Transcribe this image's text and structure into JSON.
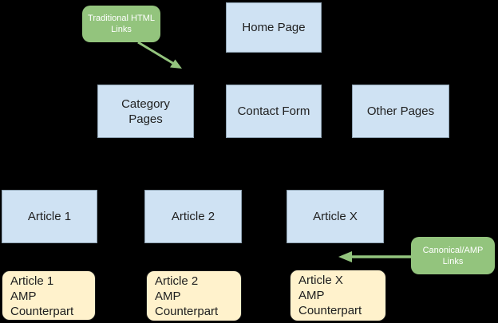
{
  "colors": {
    "background": "#000000",
    "page_fill": "#cfe2f3",
    "page_border": "#8fa3b3",
    "amp_fill": "#fff2cc",
    "amp_border": "#1a1a1a",
    "callout_fill": "#93c47d",
    "arrow": "#93c47d",
    "node_text": "#202020",
    "callout_text": "#ffffff"
  },
  "nodes": {
    "home_page": {
      "label": "Home Page"
    },
    "category_pages": {
      "label": "Category Pages"
    },
    "contact_form": {
      "label": "Contact Form"
    },
    "other_pages": {
      "label": "Other Pages"
    },
    "article_1": {
      "label": "Article 1"
    },
    "article_2": {
      "label": "Article 2"
    },
    "article_x": {
      "label": "Article X"
    }
  },
  "amp_nodes": {
    "article_1_amp": {
      "lines": [
        "Article 1",
        "AMP",
        "Counterpart"
      ]
    },
    "article_2_amp": {
      "lines": [
        "Article 2",
        "AMP",
        "Counterpart"
      ]
    },
    "article_x_amp": {
      "lines": [
        "Article X",
        "AMP",
        "Counterpart"
      ]
    }
  },
  "callouts": {
    "traditional_html_links": {
      "label": "Traditional HTML Links"
    },
    "canonical_amp_links": {
      "label": "Canonical/AMP Links"
    }
  }
}
